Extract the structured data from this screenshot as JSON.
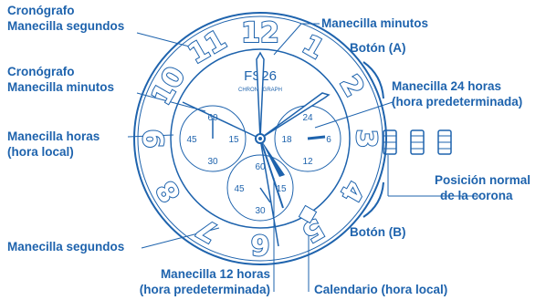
{
  "labels": {
    "chrono_seconds_1": "Cronógrafo",
    "chrono_seconds_2": "Manecilla segundos",
    "minutes": "Manecilla minutos",
    "button_a": "Botón (A)",
    "chrono_minutes_1": "Cronógrafo",
    "chrono_minutes_2": "Manecilla minutos",
    "hand_24h_1": "Manecilla 24 horas",
    "hand_24h_2": "(hora predeterminada)",
    "hours_1": "Manecilla horas",
    "hours_2": "(hora local)",
    "crown_1": "Posición normal",
    "crown_2": "de la corona",
    "seconds": "Manecilla segundos",
    "button_b": "Botón (B)",
    "hand_12h_1": "Manecilla 12 horas",
    "hand_12h_2": "(hora predeterminada)",
    "calendar": "Calendario (hora local)"
  },
  "dial": {
    "brand": "FS26",
    "subtitle": "CHRONOGRAPH",
    "bezel_numbers": [
      "12",
      "1",
      "2",
      "3",
      "4",
      "5",
      "6",
      "7",
      "8",
      "9",
      "10",
      "11"
    ],
    "left_sub": [
      "60",
      "15",
      "45",
      "30"
    ],
    "right_sub": [
      "24",
      "6",
      "18",
      "12"
    ],
    "bottom_sub": [
      "60",
      "15",
      "45",
      "30"
    ]
  }
}
